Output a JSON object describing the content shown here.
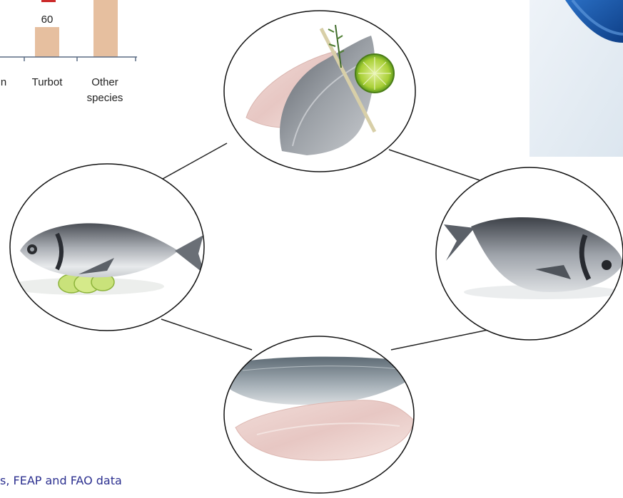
{
  "chart_fragment": {
    "chart_data": {
      "type": "bar",
      "categories": [
        "…n",
        "Turbot",
        "Other species"
      ],
      "category_lines": [
        [
          "n"
        ],
        [
          "Turbot"
        ],
        [
          "Other",
          "species"
        ]
      ],
      "values": [
        null,
        60,
        null
      ],
      "data_labels": [
        "",
        "60",
        ""
      ],
      "cut_off_label_partial": "…",
      "bar_color": "#e6bf9f",
      "label_color": "#cc2b2b"
    }
  },
  "diagram": {
    "nodes": [
      {
        "id": "top",
        "image": "sea-bream-fillet-with-lime-and-herbs"
      },
      {
        "id": "left",
        "image": "whole-gilthead-sea-bream-with-lime-slices"
      },
      {
        "id": "right",
        "image": "whole-gilthead-sea-bream"
      },
      {
        "id": "bottom",
        "image": "sea-bass-fillets"
      }
    ],
    "edge_color": "#222222"
  },
  "footer": {
    "text": "s, FEAP and FAO data"
  }
}
